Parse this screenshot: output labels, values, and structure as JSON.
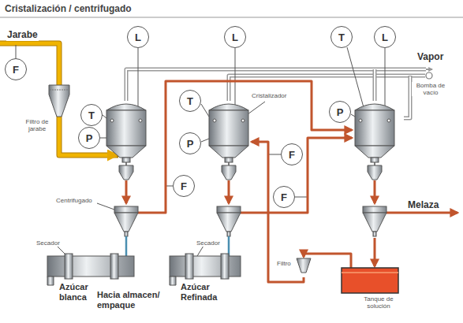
{
  "diagram": {
    "title": "Cristalización / centrifugado",
    "nodes": [
      {
        "text": [
          "F"
        ]
      },
      {
        "text": [
          "L"
        ]
      },
      {
        "text": [
          "L"
        ]
      },
      {
        "text": [
          "T"
        ]
      },
      {
        "text": [
          "L"
        ]
      },
      {
        "text": [
          "T"
        ]
      },
      {
        "text": [
          "P"
        ]
      },
      {
        "text": [
          "T"
        ]
      },
      {
        "text": [
          "P"
        ]
      },
      {
        "text": [
          "F"
        ]
      },
      {
        "text": [
          "F"
        ]
      },
      {
        "text": [
          "F"
        ]
      },
      {
        "text": [
          "P"
        ]
      }
    ],
    "labels": [
      "Vapor",
      "Bomba de vacío",
      "Jarabe",
      "Filtro de jarabe",
      "Cristalizador",
      "Centrifugado",
      "Secador",
      "Secador",
      "Melaza",
      "Filtro",
      "Tanque de solución",
      "Azúcar blanca",
      "Hacia almacen/ empaque",
      "Azúcar Refinada"
    ]
  }
}
